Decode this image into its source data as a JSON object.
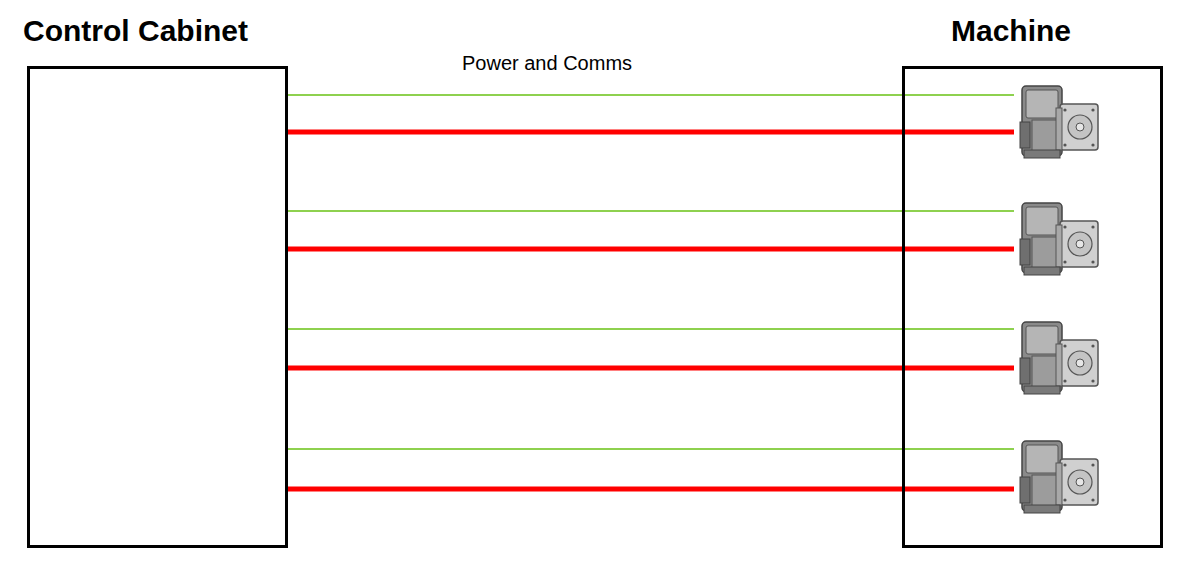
{
  "diagram": {
    "nodes": [
      {
        "text": [
          "Control Cabinet"
        ]
      },
      {
        "text": [
          "Machine"
        ]
      }
    ],
    "edges": [
      {
        "from": 0,
        "to": 1,
        "arrow": "none"
      },
      {
        "from": 0,
        "to": 1,
        "arrow": "none"
      },
      {
        "from": 0,
        "to": 1,
        "arrow": "none"
      },
      {
        "from": 0,
        "to": 1,
        "arrow": "none"
      },
      {
        "from": 0,
        "to": 1,
        "arrow": "none"
      },
      {
        "from": 0,
        "to": 1,
        "arrow": "none"
      },
      {
        "from": 0,
        "to": 1,
        "arrow": "none"
      },
      {
        "from": 0,
        "to": 1,
        "arrow": "none"
      }
    ],
    "labels": [
      "Power and Comms"
    ]
  }
}
